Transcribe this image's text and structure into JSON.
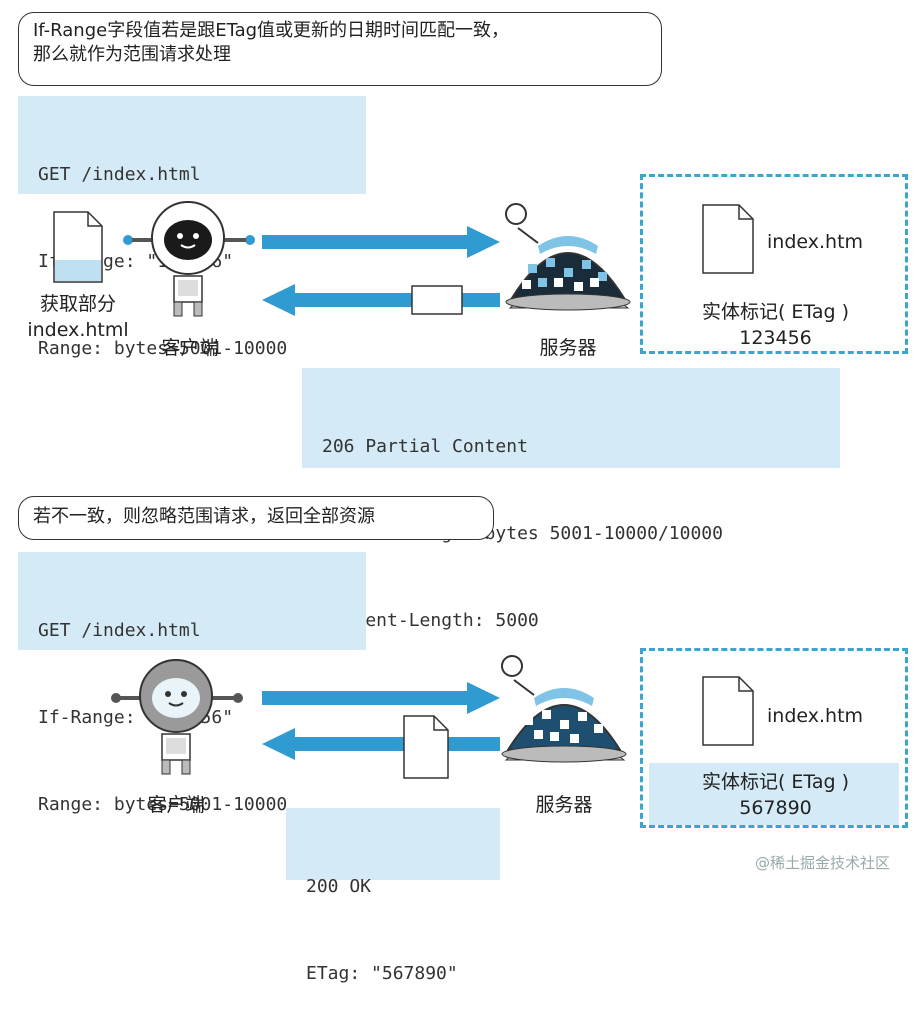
{
  "top": {
    "note_lines": [
      "If-Range字段值若是跟ETag值或更新的日期时间匹配一致，",
      "那么就作为范围请求处理"
    ],
    "request_lines": [
      "GET /index.html",
      "If-Range: \"123456\"",
      "Range: bytes=5001-10000"
    ],
    "client_file_label_lines": [
      "获取部分",
      "index.html"
    ],
    "client_label": "客户端",
    "server_label": "服务器",
    "resource_name": "index.htm",
    "etag_label": "实体标记( ETag )",
    "etag_value": "123456",
    "response_lines": [
      "206 Partial Content",
      "Content-Range: bytes 5001-10000/10000",
      "Content-Length: 5000"
    ]
  },
  "bottom": {
    "note": "若不一致，则忽略范围请求，返回全部资源",
    "request_lines": [
      "GET /index.html",
      "If-Range: \"123456\"",
      "Range: bytes=5001-10000"
    ],
    "client_label": "客户端",
    "server_label": "服务器",
    "resource_name": "index.htm",
    "etag_label": "实体标记( ETag )",
    "etag_value": "567890",
    "response_lines": [
      "200 OK",
      "ETag: \"567890\""
    ]
  },
  "watermark": "@稀土掘金技术社区",
  "colors": {
    "arrow": "#2f9bd0",
    "code_bg": "#d4ebf7",
    "dash": "#3aa6cf",
    "highlight": "#d4ebf7"
  }
}
